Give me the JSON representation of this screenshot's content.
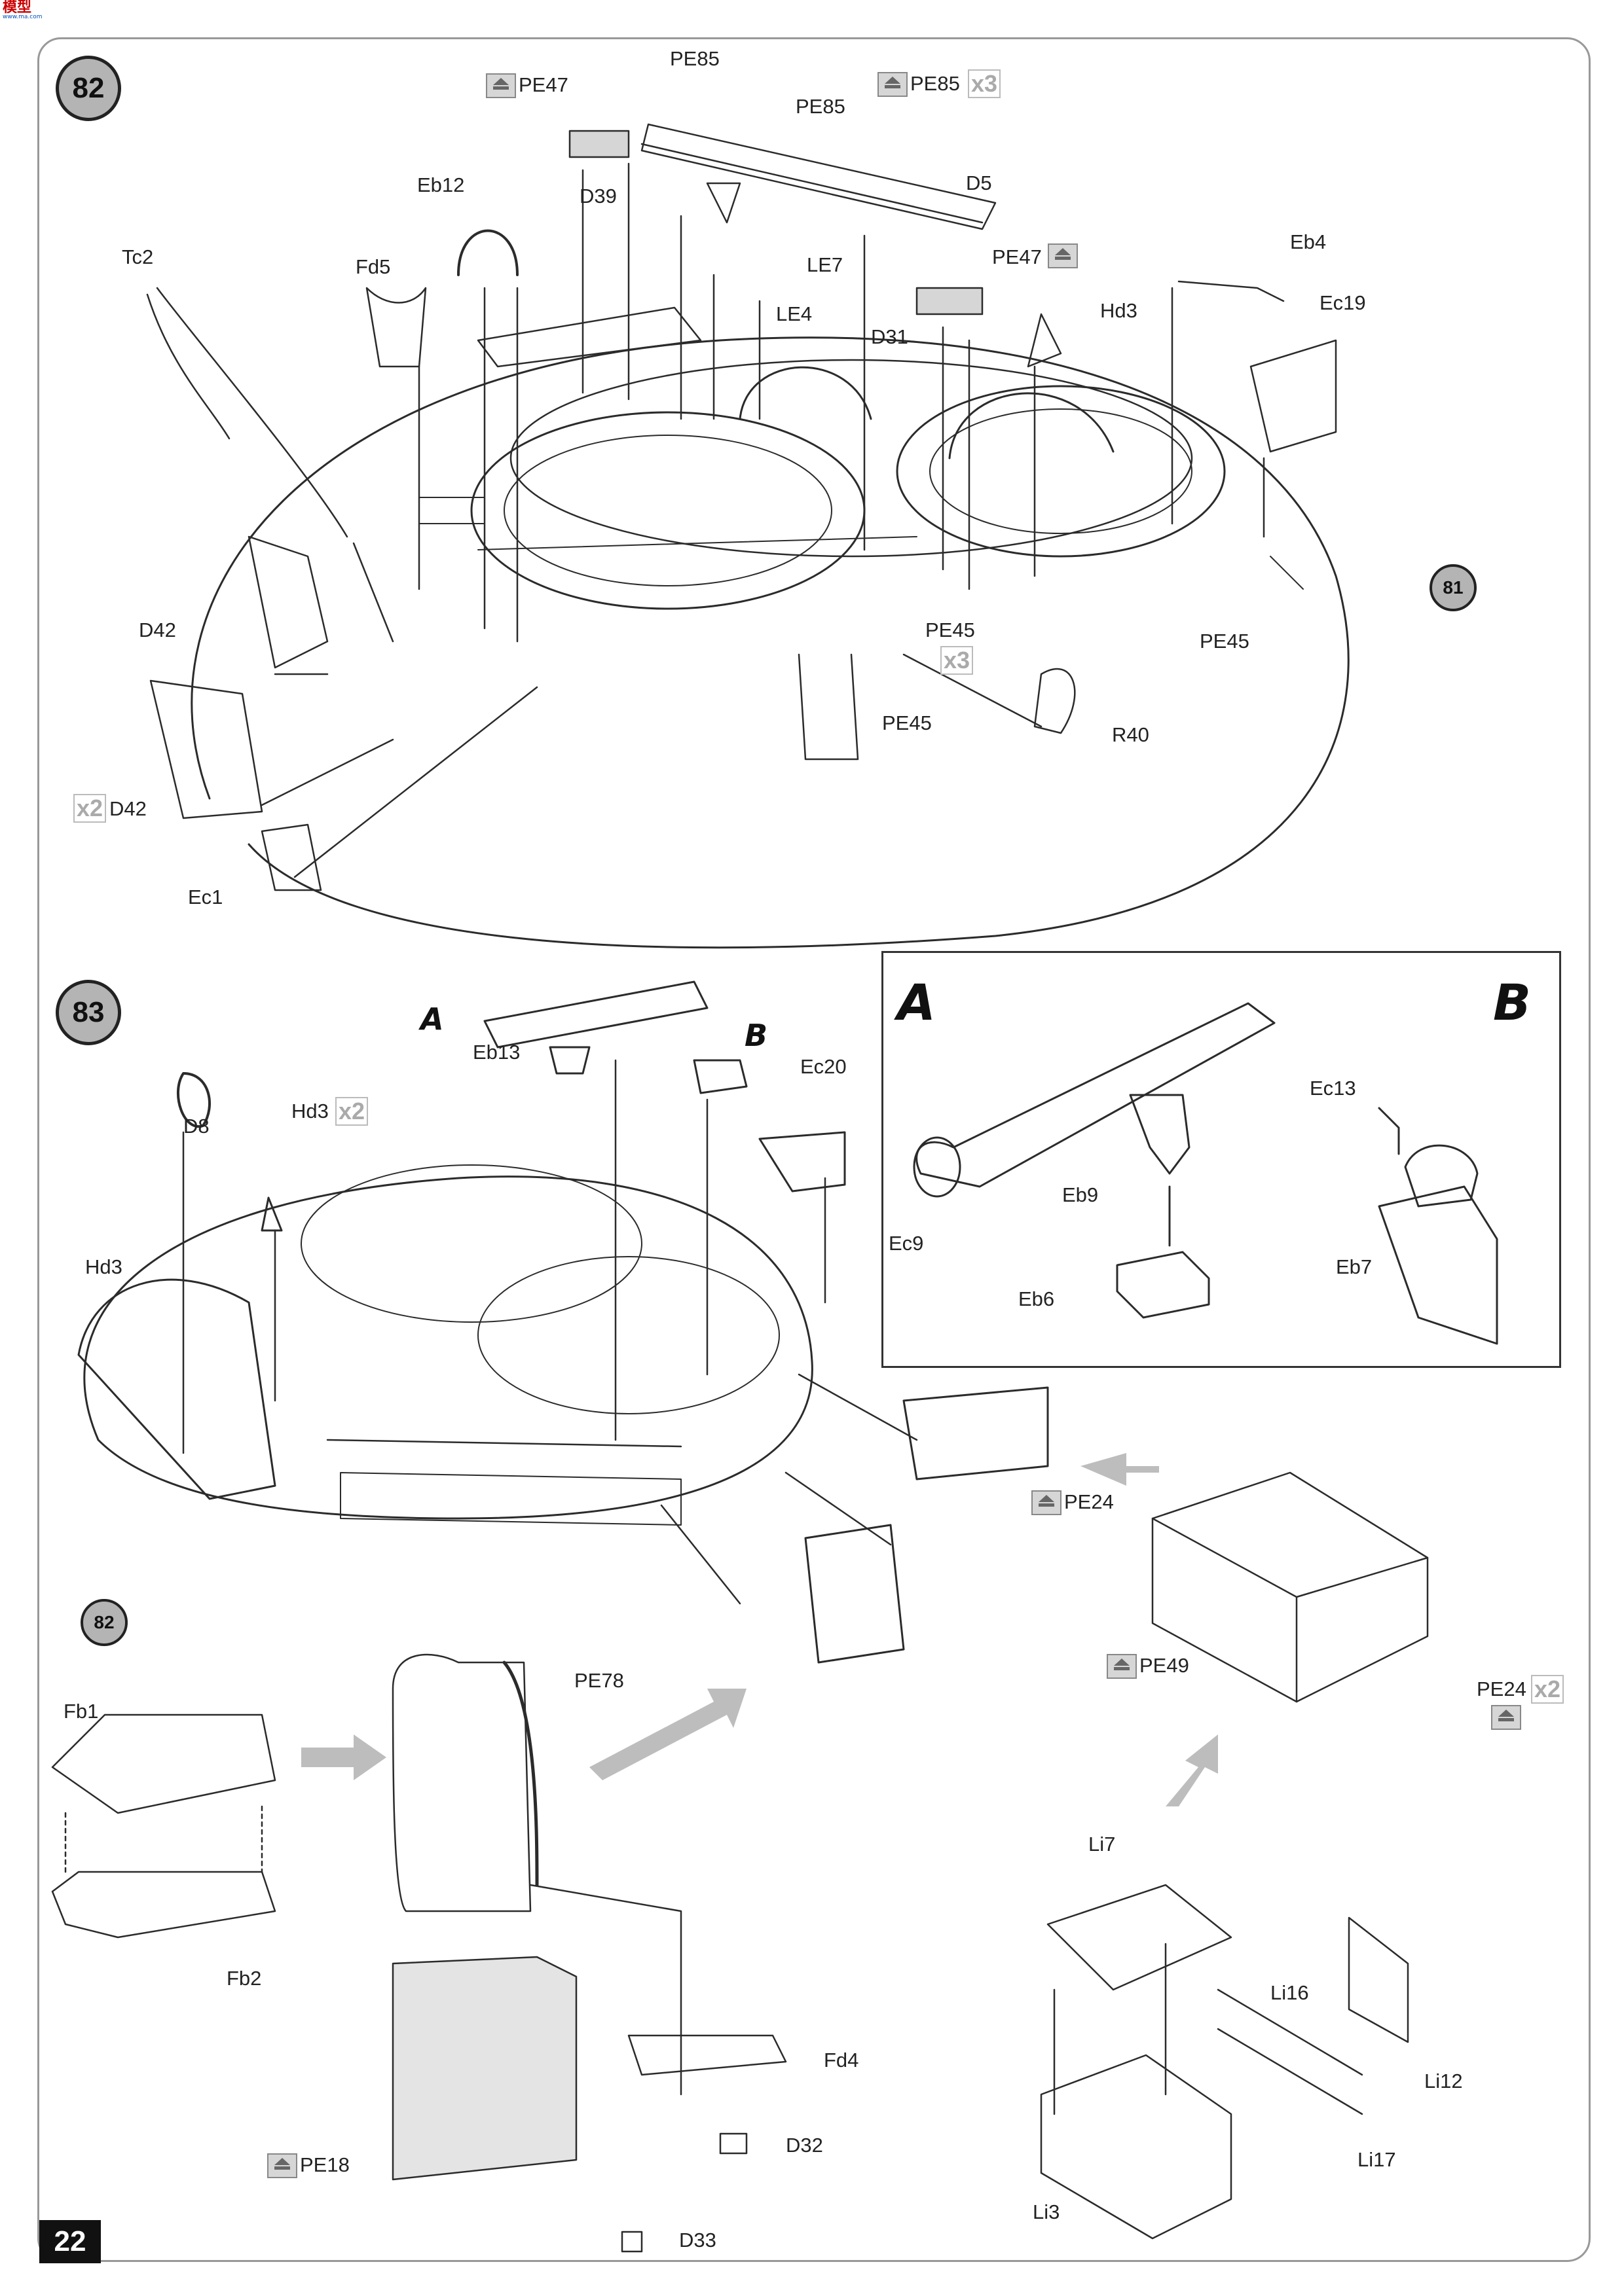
{
  "watermark": {
    "text": "模型",
    "sub": "www.ma.com"
  },
  "page_number": "22",
  "steps": [
    {
      "number": "82",
      "ref": "81"
    },
    {
      "number": "83",
      "ref": "82"
    }
  ],
  "step82": {
    "labels": [
      "PE47",
      "PE85",
      "PE85",
      "PE85",
      "D5",
      "PE47",
      "Eb12",
      "D39",
      "LE7",
      "LE4",
      "Fd5",
      "Tc2",
      "D31",
      "Hd3",
      "Eb4",
      "Ec19",
      "D42",
      "D42",
      "Ec1",
      "PE45",
      "PE45",
      "PE45",
      "R40"
    ],
    "multipliers": {
      "pe85": "x3",
      "pe45": "x3",
      "d42": "x2"
    }
  },
  "step83": {
    "labels": [
      "A",
      "B",
      "Eb13",
      "Ec20",
      "D8",
      "Hd3",
      "Hd3",
      "PE24",
      "PE49",
      "PE24",
      "Fb1",
      "Fb2",
      "PE78",
      "Li7",
      "Li16",
      "Li12",
      "Li17",
      "Li3",
      "Fd4",
      "D32",
      "D33",
      "PE18"
    ],
    "multipliers": {
      "hd3": "x2",
      "pe24": "x2"
    }
  },
  "inset": {
    "labels": [
      "A",
      "B",
      "Ec13",
      "Ec9",
      "Eb9",
      "Eb6",
      "Eb7"
    ]
  },
  "colors": {
    "line": "#2b2b2b",
    "badge": "#b4b4b4",
    "pe_tint": "#d6d6d6",
    "arrow_fill": "#bdbdbd"
  }
}
